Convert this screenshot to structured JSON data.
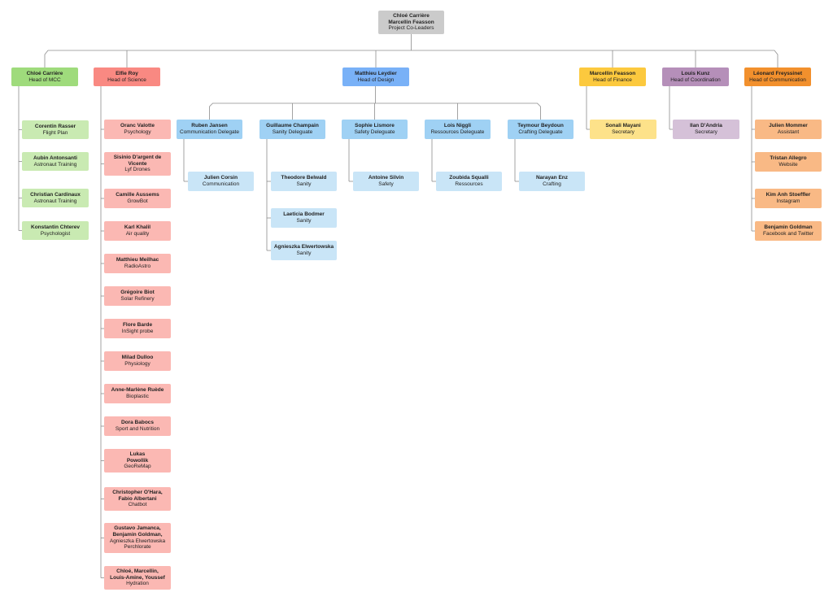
{
  "colors": {
    "root": "#cbcbcb",
    "mcc_head": "#9fdb7c",
    "mcc_child": "#c9eab2",
    "science_head": "#f98982",
    "science_child": "#fbb8b3",
    "design_head": "#79b1f7",
    "design_mid": "#9fd1f4",
    "design_child": "#c9e5f7",
    "finance_head": "#fcc93e",
    "finance_child": "#fde28a",
    "coord_head": "#b58fb9",
    "coord_child": "#d5c1d8",
    "comm_head": "#f2902d",
    "comm_child": "#f9b985",
    "line": "#8c8c8c"
  },
  "root": {
    "name": "Chloé Carrière\nMarcellin Feasson",
    "role": "Project Co-Leaders"
  },
  "heads": [
    {
      "id": "mcc",
      "name": "Chloé Carrière",
      "role": "Head of MCC"
    },
    {
      "id": "science",
      "name": "Elfie Roy",
      "role": "Head of Science"
    },
    {
      "id": "design",
      "name": "Matthieu Leydier",
      "role": "Head of Design"
    },
    {
      "id": "finance",
      "name": "Marcellin Feasson",
      "role": "Head of Finance"
    },
    {
      "id": "coord",
      "name": "Louis Kunz",
      "role": "Head of Coordination"
    },
    {
      "id": "comm",
      "name": "Léonard Freyssinet",
      "role": "Head of Communication"
    }
  ],
  "mcc_members": [
    {
      "name": "Corentin Rasser",
      "role": "Flight Plan"
    },
    {
      "name": "Aubin Antonsanti",
      "role": "Astronaut Training"
    },
    {
      "name": "Christian Cardinaux",
      "role": "Astronaut Training"
    },
    {
      "name": "Konstantin Chterev",
      "role": "Psychologist"
    }
  ],
  "science_members": [
    {
      "name": "Oranc Valotte",
      "role": "Psychology"
    },
    {
      "name": "Sisinio D'argent de\nVicente",
      "role": "Lyf Drones"
    },
    {
      "name": "Camille Aussems",
      "role": "GrowBot"
    },
    {
      "name": "Karl Khalil",
      "role": "Air quality"
    },
    {
      "name": "Matthieu Meilhac",
      "role": "RadioAstro"
    },
    {
      "name": "Grégoire Biot",
      "role": "Solar Refinery"
    },
    {
      "name": "Flore Barde",
      "role": "InSight probe"
    },
    {
      "name": "Milad Dulloo",
      "role": "Physiology"
    },
    {
      "name": "Anne-Marlène Ruède",
      "role": "Bioplastic"
    },
    {
      "name": "Dora Babocs",
      "role": "Sport and Nutrition"
    },
    {
      "name": "Lukas\nPowollik",
      "role": "GeoReMap"
    },
    {
      "name": "Christopher O'Hara,\nFabio Albertani",
      "role": "Chatbot"
    },
    {
      "name": "Gustavo Jamanca,\nBenjamin Goldman,",
      "role": "Agnieszka Elwertowska\nPerchlorate"
    },
    {
      "name": "Chloé, Marcellin,\nLouis-Amine, Youssef",
      "role": "Hydration"
    }
  ],
  "design_delegates": [
    {
      "name": "Ruben Jansen",
      "role": "Communication Delegate",
      "members": [
        {
          "name": "Julien Corsin",
          "role": "Communication"
        }
      ]
    },
    {
      "name": "Guillaume Champain",
      "role": "Sanity Deleguate",
      "members": [
        {
          "name": "Theodore Belwald",
          "role": "Sanity"
        },
        {
          "name": "Laeticia Bodmer",
          "role": "Sanity"
        },
        {
          "name": "Agnieszka Elwertowska",
          "role": "Sanity"
        }
      ]
    },
    {
      "name": "Sophie Lismore",
      "role": "Safety Deleguate",
      "members": [
        {
          "name": "Antoine Silvin",
          "role": "Safety"
        }
      ]
    },
    {
      "name": "Lois Niggli",
      "role": "Ressources Deleguate",
      "members": [
        {
          "name": "Zoubida Squalli",
          "role": "Ressources"
        }
      ]
    },
    {
      "name": "Teymour Beydoun",
      "role": "Crafting Deleguate",
      "members": [
        {
          "name": "Narayan Enz",
          "role": "Crafting"
        }
      ]
    }
  ],
  "finance_members": [
    {
      "name": "Sonali Mayani",
      "role": "Secretary"
    }
  ],
  "coord_members": [
    {
      "name": "Ilan D'Andria",
      "role": "Secretary"
    }
  ],
  "comm_members": [
    {
      "name": "Julien Mommer",
      "role": "Assistant"
    },
    {
      "name": "Tristan Allegro",
      "role": "Website"
    },
    {
      "name": "Kim Anh Stoeffler",
      "role": "Instagram"
    },
    {
      "name": "Benjamin Goldman",
      "role": "Facebook and Twitter"
    }
  ]
}
